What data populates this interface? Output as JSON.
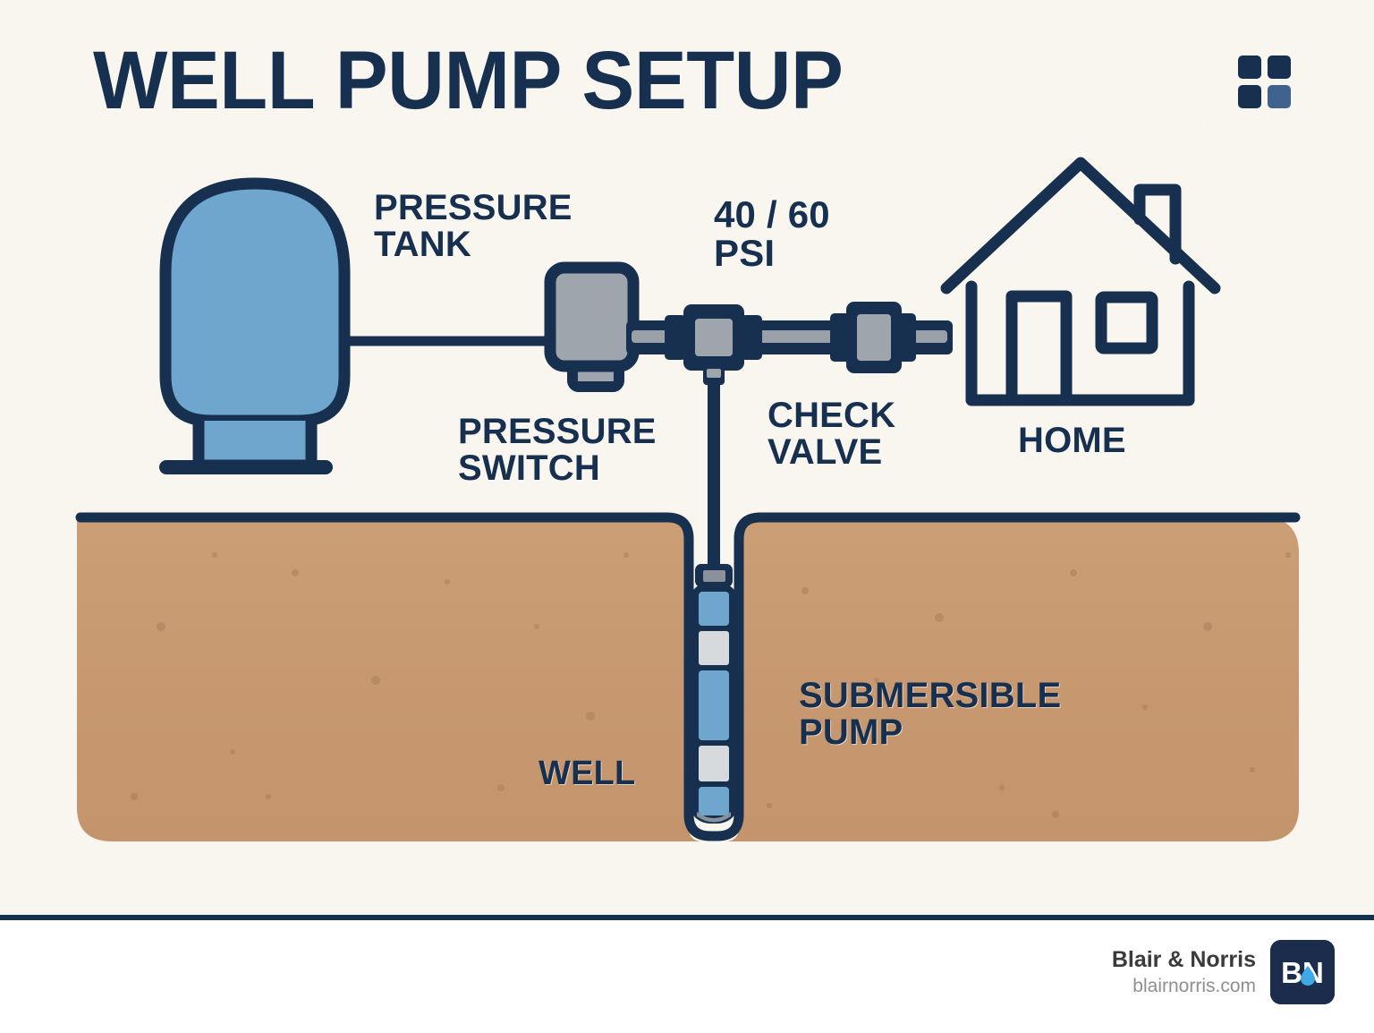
{
  "page": {
    "title": "WELL PUMP SETUP",
    "background_color": "#f8f6ef",
    "accent_navy": "#17304f",
    "accent_blue": "#6aa3cd",
    "soil_color": "#c89a72",
    "metal_gray": "#9fa5ad"
  },
  "logo_mark": {
    "name": "four-square-logo",
    "squares": [
      "dark",
      "dark",
      "dark",
      "light"
    ]
  },
  "labels": {
    "pressure_tank": "PRESSURE\nTANK",
    "psi": "40 / 60\nPSI",
    "pressure_switch": "PRESSURE\nSWITCH",
    "check_valve": "CHECK\nVALVE",
    "home": "HOME",
    "well": "WELL",
    "submersible_pump": "SUBMERSIBLE\nPUMP"
  },
  "components": [
    {
      "id": "pressure-tank",
      "label": "PRESSURE TANK",
      "type": "tank"
    },
    {
      "id": "pressure-switch",
      "label": "PRESSURE SWITCH",
      "type": "switch"
    },
    {
      "id": "tee-fitting",
      "label": "",
      "type": "fitting"
    },
    {
      "id": "check-valve",
      "label": "CHECK VALVE",
      "type": "valve"
    },
    {
      "id": "home",
      "label": "HOME",
      "type": "building"
    },
    {
      "id": "well",
      "label": "WELL",
      "type": "shaft"
    },
    {
      "id": "submersible-pump",
      "label": "SUBMERSIBLE PUMP",
      "type": "pump"
    }
  ],
  "footer": {
    "brand": "Blair & Norris",
    "url": "blairnorris.com",
    "badge_text": "BN",
    "badge_icon": "water-droplet-icon"
  }
}
